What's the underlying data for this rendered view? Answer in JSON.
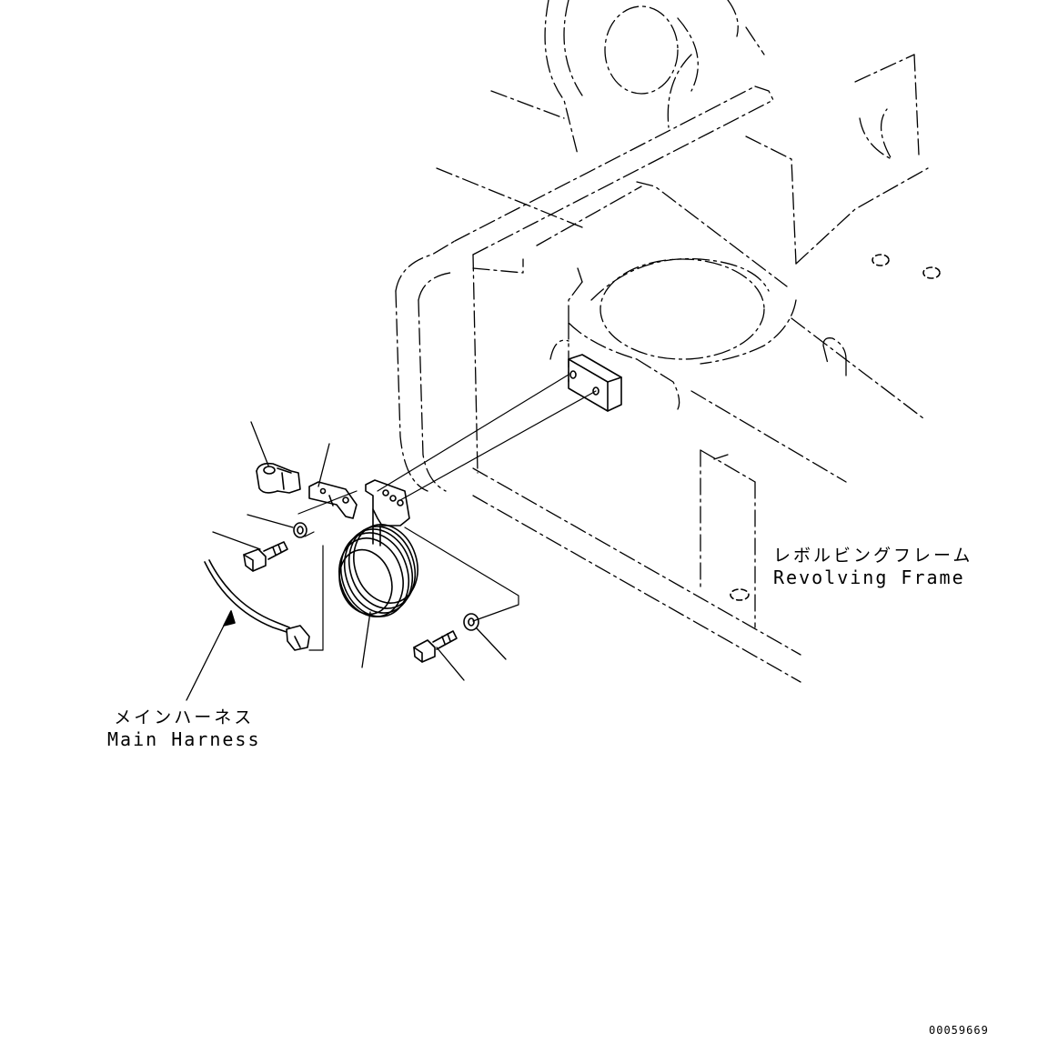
{
  "labels": {
    "revolving_frame": {
      "jp": "レボルビングフレーム",
      "en": "Revolving Frame"
    },
    "main_harness": {
      "jp": "メインハーネス",
      "en": "Main Harness"
    }
  },
  "document_id": "00059669",
  "colors": {
    "line": "#000000",
    "background": "#ffffff"
  }
}
